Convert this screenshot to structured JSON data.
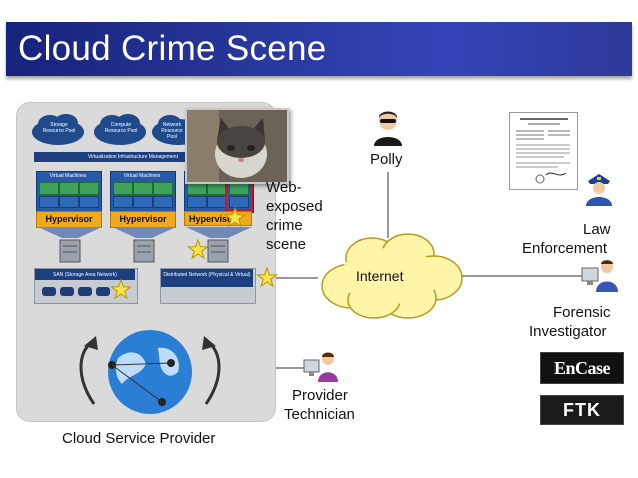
{
  "title": "Cloud Crime Scene",
  "provider": {
    "label": "Cloud Service Provider",
    "pools": [
      "Storage Resource Pool",
      "Compute Resource Pool",
      "Network Resource Pool"
    ],
    "virtualization_label": "Virtualization Infrastructure Management",
    "vm_header": "Virtual Machines",
    "hypervisor_label": "Hypervisor",
    "san_label": "SAN (Storage Area Network)",
    "network_label": "Distributed Network (Physical & Virtual)"
  },
  "crime_scene_label": [
    "Web-",
    "exposed",
    "crime",
    "scene"
  ],
  "internet_label": "Internet",
  "actors": {
    "polly": "Polly",
    "law": [
      "Law",
      "Enforcement"
    ],
    "forensic": [
      "Forensic",
      "Investigator"
    ],
    "technician": [
      "Provider",
      "Technician"
    ]
  },
  "tools": [
    "EnCase",
    "FTK"
  ],
  "colors": {
    "title_bar": "#2a3aa0",
    "hypervisor": "#f0a81c",
    "internet_cloud": "#fff5a8",
    "star": "#ffe14a"
  }
}
